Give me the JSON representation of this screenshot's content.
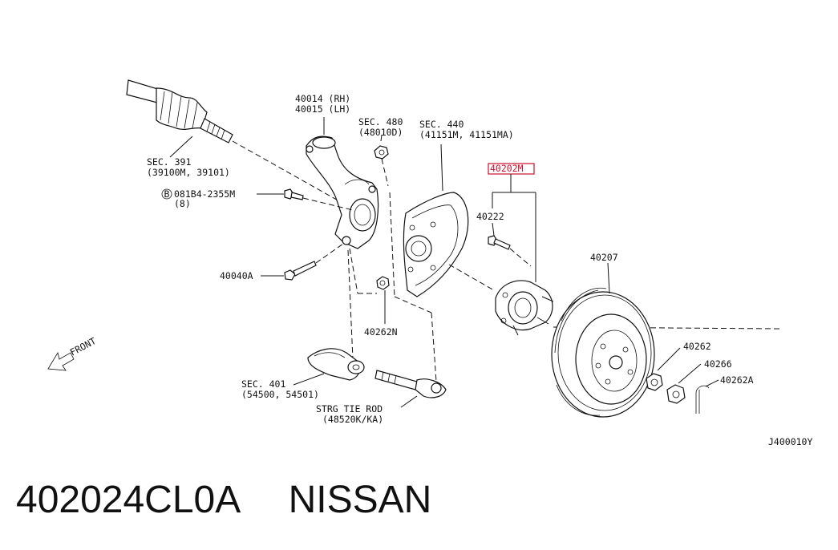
{
  "labels": {
    "sec391": "SEC. 391",
    "sec391_sub": "(39100M, 39101)",
    "knuckle_rh": "40014 (RH)",
    "knuckle_lh": "40015 (LH)",
    "sec480": "SEC. 480",
    "sec480_sub": "(48010D)",
    "sec440": "SEC. 440",
    "sec440_sub": "(41151M, 41151MA)",
    "hub_assy": "40202M",
    "bolt_b": "081B4-2355M",
    "bolt_b_qty": "(8)",
    "bolt_b_mark": "B",
    "hub_bolt": "40222",
    "bolt_40040a": "40040A",
    "rotor": "40207",
    "nut_40262n": "40262N",
    "nut_40262": "40262",
    "washer": "40266",
    "pin": "40262A",
    "sec401": "SEC. 401",
    "sec401_sub": "(54500, 54501)",
    "tie_rod": "STRG TIE ROD",
    "tie_rod_sub": "(48520K/KA)",
    "front": "FRONT",
    "drawing_id": "J400010Y"
  },
  "footer": {
    "part_number": "402024CL0A",
    "brand": "NISSAN"
  },
  "colors": {
    "highlight": "#c8102e",
    "line": "#111111"
  }
}
